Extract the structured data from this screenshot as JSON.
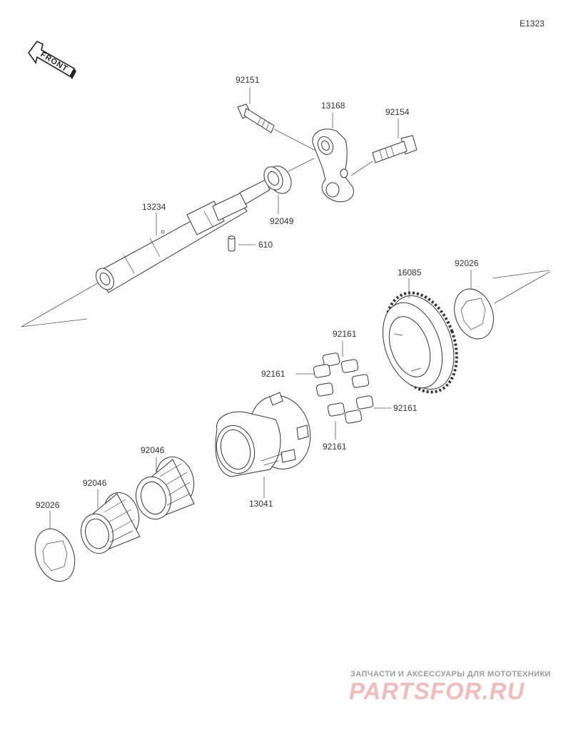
{
  "diagram": {
    "code": "E1323",
    "front_label": "FRONT",
    "parts": [
      {
        "id": "bolt_top",
        "label": "92151"
      },
      {
        "id": "arm",
        "label": "13168"
      },
      {
        "id": "bolt_right",
        "label": "92154"
      },
      {
        "id": "shaft",
        "label": "13234"
      },
      {
        "id": "seal",
        "label": "92049"
      },
      {
        "id": "pin",
        "label": "610"
      },
      {
        "id": "gear",
        "label": "16085"
      },
      {
        "id": "washer_right",
        "label": "92026"
      },
      {
        "id": "roller_top",
        "label": "92161"
      },
      {
        "id": "roller_left",
        "label": "92161"
      },
      {
        "id": "roller_right",
        "label": "92161"
      },
      {
        "id": "roller_bottom",
        "label": "92161"
      },
      {
        "id": "bearing_upper",
        "label": "92046"
      },
      {
        "id": "bearing_lower",
        "label": "92046"
      },
      {
        "id": "washer_left",
        "label": "92026"
      },
      {
        "id": "clutch",
        "label": "13041"
      }
    ]
  },
  "watermark": {
    "line1": "ЗАПЧАСТИ И АКСЕССУАРЫ ДЛЯ МОТОТЕХНИКИ",
    "line2": "PARTSFOR.RU"
  }
}
